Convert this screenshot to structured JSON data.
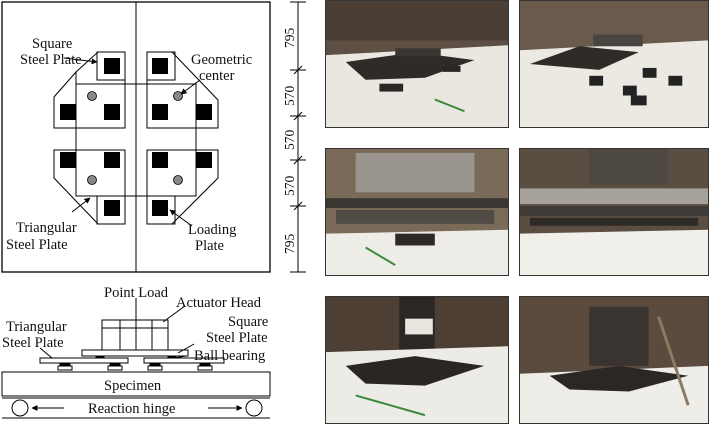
{
  "plan_view": {
    "square_steel_plate": [
      "Square",
      "Steel Plate"
    ],
    "geometric_center": [
      "Geometric",
      "center"
    ],
    "triangular_steel_plate": [
      "Triangular",
      "Steel Plate"
    ],
    "loading_plate": [
      "Loading",
      "Plate"
    ],
    "dimensions": [
      "795",
      "570",
      "570",
      "570",
      "795"
    ]
  },
  "elevation_view": {
    "point_load": "Point Load",
    "actuator_head": "Actuator Head",
    "triangular_steel_plate": [
      "Triangular",
      "Steel Plate"
    ],
    "square_steel_plate": [
      "Square",
      "Steel Plate"
    ],
    "ball_bearing": "Ball bearing",
    "specimen": "Specimen",
    "reaction_hinge": "Reaction hinge"
  },
  "colors": {
    "line": "#000000",
    "center_dot": "#888888",
    "slab": "#e8e6df",
    "steel": "#3a3632",
    "background_lab": "#6b5a4a"
  }
}
